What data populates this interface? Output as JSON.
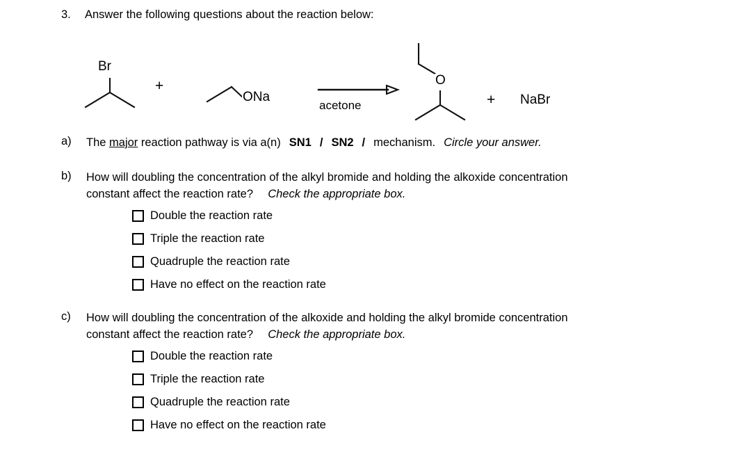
{
  "question": {
    "number": "3.",
    "prompt": "Answer the following questions about the reaction below:"
  },
  "reaction": {
    "reactant_1": {
      "label": "Br",
      "name": "2-bromopropane"
    },
    "plus_1": "+",
    "reactant_2": {
      "label": "ONa",
      "name": "sodium-ethoxide"
    },
    "conditions": {
      "solvent": "acetone"
    },
    "product_1": {
      "label": "O",
      "name": "ethyl-isopropyl-ether"
    },
    "plus_2": "+",
    "product_2": {
      "label": "NaBr"
    }
  },
  "parts": {
    "a": {
      "letter": "a)",
      "text_before": "The ",
      "emphasis": "major",
      "text_after": " reaction pathway is via a(n)",
      "choice_1": "SN1",
      "separator_1": "/",
      "choice_2": "SN2",
      "separator_2": "/",
      "text_end": "mechanism.",
      "instruction": "Circle your answer."
    },
    "b": {
      "letter": "b)",
      "line_1": "How will doubling the concentration of the alkyl bromide and holding the alkoxide concentration",
      "line_2": "constant affect the reaction rate?",
      "instruction": "Check the appropriate box.",
      "options": [
        {
          "label": "Double the reaction rate",
          "checked": false
        },
        {
          "label": "Triple the reaction rate",
          "checked": false
        },
        {
          "label": "Quadruple the reaction rate",
          "checked": false
        },
        {
          "label": "Have no effect on the reaction rate",
          "checked": false
        }
      ]
    },
    "c": {
      "letter": "c)",
      "line_1": "How will doubling the concentration of the alkoxide and holding the alkyl bromide concentration",
      "line_2": "constant affect the reaction rate?",
      "instruction": "Check the appropriate box.",
      "options": [
        {
          "label": "Double the reaction rate",
          "checked": false
        },
        {
          "label": "Triple the reaction rate",
          "checked": false
        },
        {
          "label": "Quadruple the reaction rate",
          "checked": false
        },
        {
          "label": "Have no effect on the reaction rate",
          "checked": false
        }
      ]
    }
  },
  "colors": {
    "page_background": "#ffffff",
    "ink": "#000000",
    "bond_stroke": "#111111"
  }
}
